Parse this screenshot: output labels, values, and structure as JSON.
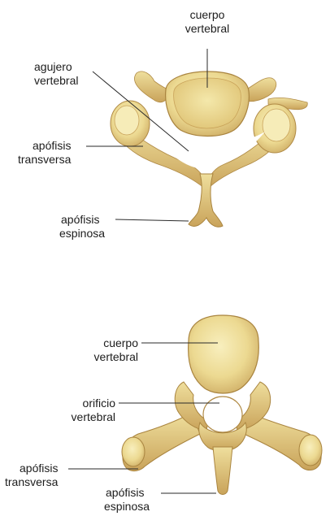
{
  "top": {
    "body_label": [
      "cuerpo",
      "vertebral"
    ],
    "foramen_label": [
      "agujero",
      "vertebral"
    ],
    "transverse_label": [
      "apófisis",
      "transversa"
    ],
    "spinous_label": [
      "apófisis",
      "espinosa"
    ]
  },
  "bottom": {
    "body_label": [
      "cuerpo",
      "vertebral"
    ],
    "foramen_label": [
      "orificio",
      "vertebral"
    ],
    "transverse_label": [
      "apófisis",
      "transversa"
    ],
    "spinous_label": [
      "apófisis",
      "espinosa"
    ]
  },
  "colors": {
    "bone_light": "#f3e7a8",
    "bone_mid": "#e6cf83",
    "bone_dark": "#c8a55c",
    "bone_outline": "#b08a45",
    "leader_line": "#2a2a2a"
  }
}
